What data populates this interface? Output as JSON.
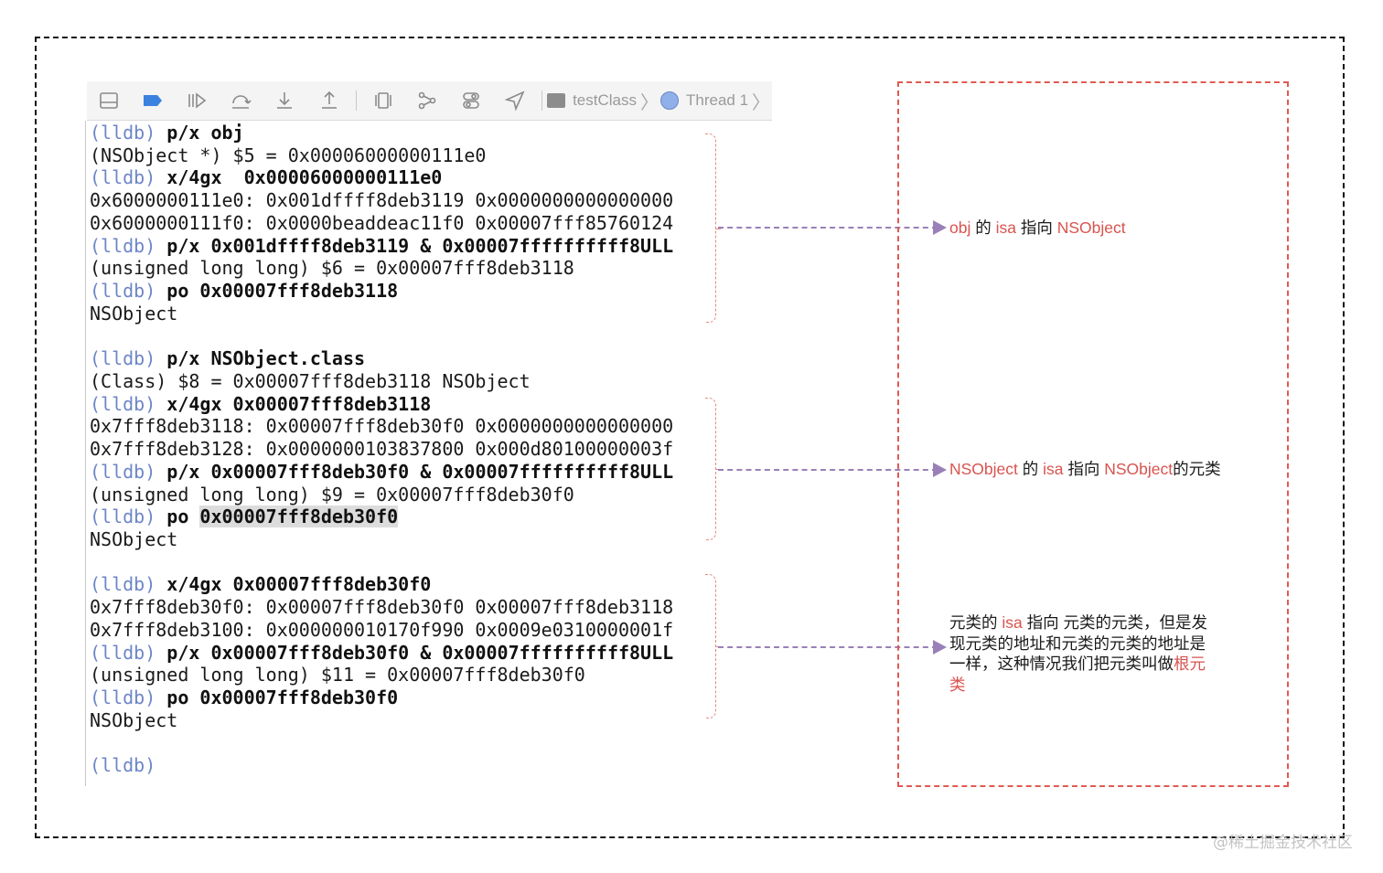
{
  "toolbar": {
    "breadcrumb_target": "testClass",
    "breadcrumb_thread": "Thread 1",
    "icons": [
      "hide-panel-icon",
      "breakpoint-icon",
      "continue-icon",
      "step-over-icon",
      "step-into-icon",
      "step-out-icon",
      "debug-view-hierarchy-icon",
      "memory-graph-icon",
      "environment-overrides-icon",
      "simulate-location-icon",
      "target-icon",
      "thread-icon"
    ]
  },
  "console": {
    "prompt": "(lldb)",
    "lines": [
      {
        "prompt": true,
        "cmd": "p/x obj"
      },
      {
        "text": "(NSObject *) $5 = 0x00006000000111e0"
      },
      {
        "prompt": true,
        "cmd": "x/4gx  0x00006000000111e0"
      },
      {
        "text": "0x6000000111e0: 0x001dffff8deb3119 0x0000000000000000"
      },
      {
        "text": "0x6000000111f0: 0x0000beaddeac11f0 0x00007fff85760124"
      },
      {
        "prompt": true,
        "cmd": "p/x 0x001dffff8deb3119 & 0x00007ffffffffff8ULL"
      },
      {
        "text": "(unsigned long long) $6 = 0x00007fff8deb3118"
      },
      {
        "prompt": true,
        "cmd": "po 0x00007fff8deb3118"
      },
      {
        "text": "NSObject"
      },
      {
        "text": ""
      },
      {
        "prompt": true,
        "cmd": "p/x NSObject.class"
      },
      {
        "text": "(Class) $8 = 0x00007fff8deb3118 NSObject"
      },
      {
        "prompt": true,
        "cmd": "x/4gx 0x00007fff8deb3118"
      },
      {
        "text": "0x7fff8deb3118: 0x00007fff8deb30f0 0x0000000000000000"
      },
      {
        "text": "0x7fff8deb3128: 0x0000000103837800 0x000d80100000003f"
      },
      {
        "prompt": true,
        "cmd": "p/x 0x00007fff8deb30f0 & 0x00007ffffffffff8ULL"
      },
      {
        "text": "(unsigned long long) $9 = 0x00007fff8deb30f0"
      },
      {
        "prompt": true,
        "cmd": "po ",
        "highlight": "0x00007fff8deb30f0"
      },
      {
        "text": "NSObject"
      },
      {
        "text": ""
      },
      {
        "prompt": true,
        "cmd": "x/4gx 0x00007fff8deb30f0"
      },
      {
        "text": "0x7fff8deb30f0: 0x00007fff8deb30f0 0x00007fff8deb3118"
      },
      {
        "text": "0x7fff8deb3100: 0x000000010170f990 0x0009e0310000001f"
      },
      {
        "prompt": true,
        "cmd": "p/x 0x00007fff8deb30f0 & 0x00007ffffffffff8ULL"
      },
      {
        "text": "(unsigned long long) $11 = 0x00007fff8deb30f0"
      },
      {
        "prompt": true,
        "cmd": "po 0x00007fff8deb30f0"
      },
      {
        "text": "NSObject"
      },
      {
        "text": ""
      },
      {
        "prompt": true,
        "cmd": ""
      }
    ]
  },
  "annotations": {
    "note1": {
      "a": "obj",
      "b": " 的 ",
      "c": "isa",
      "d": " 指向 ",
      "e": "NSObject"
    },
    "note2": {
      "a": "NSObject",
      "b": " 的 ",
      "c": "isa",
      "d": " 指向 ",
      "e": "NSObject",
      "f": "的元类"
    },
    "note3": {
      "line1a": "元类的 ",
      "line1b": "isa",
      "line1c": " 指向 元类的元类，但是发",
      "line2": "现元类的地址和元类的元类的地址是",
      "line3a": "一样，这种情况我们把元类叫做",
      "line3b": "根元",
      "line4": "类"
    }
  },
  "watermark": "@稀土掘金技术社区",
  "colors": {
    "prompt": "#6d86c7",
    "annotation_red": "#d9534f",
    "arrow": "#9a80b8",
    "brace": "#e58a82"
  }
}
